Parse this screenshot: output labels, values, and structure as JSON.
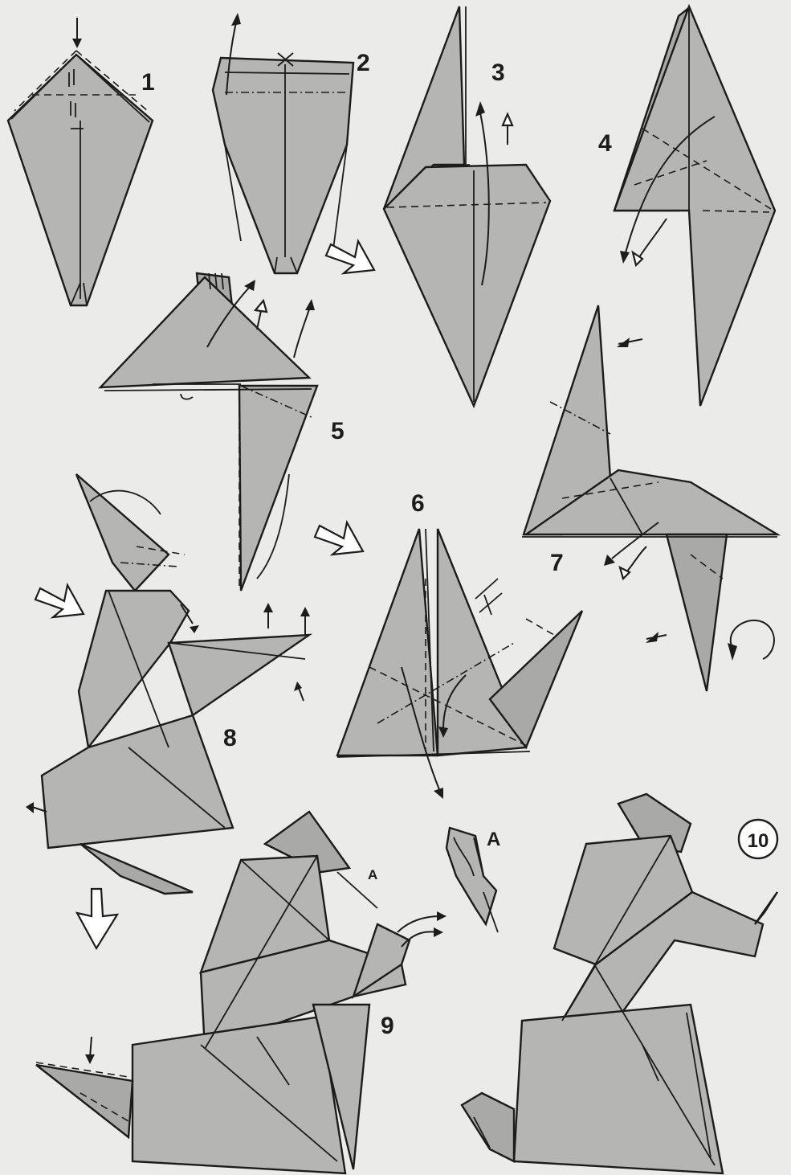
{
  "steps": [
    {
      "label": "1"
    },
    {
      "label": "2"
    },
    {
      "label": "3"
    },
    {
      "label": "4"
    },
    {
      "label": "5"
    },
    {
      "label": "6"
    },
    {
      "label": "7"
    },
    {
      "label": "8"
    },
    {
      "label": "9"
    },
    {
      "label": "10"
    }
  ],
  "detail_label": "A",
  "detail_label_small": "A",
  "colors": {
    "paper": "#b5b5b3",
    "background": "#ebebe9",
    "line": "#1c1c1c"
  },
  "icons": {
    "step_arrow": "hollow-arrow-icon",
    "turn_over": "rotate-icon"
  }
}
